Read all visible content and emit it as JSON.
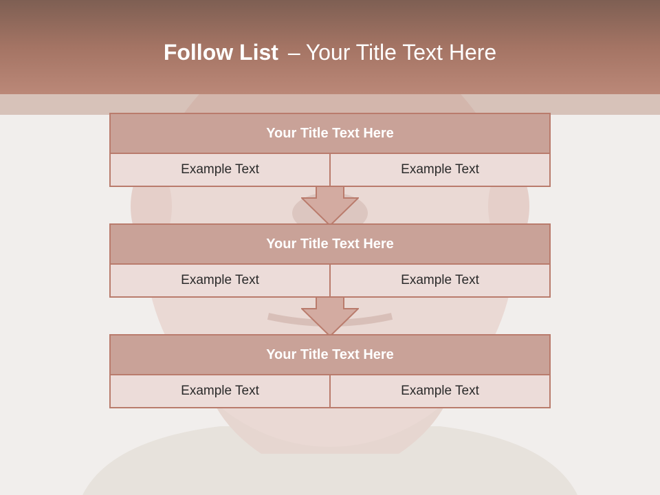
{
  "slide": {
    "title_bold": "Follow List",
    "title_separator": "–",
    "title_rest": "Your Title Text Here"
  },
  "blocks": [
    {
      "title": "Your Title Text Here",
      "left": "Example Text",
      "right": "Example Text"
    },
    {
      "title": "Your Title Text Here",
      "left": "Example Text",
      "right": "Example Text"
    },
    {
      "title": "Your Title Text Here",
      "left": "Example Text",
      "right": "Example Text"
    }
  ],
  "colors": {
    "header": "#a47464",
    "block_header": "#c9a298",
    "block_body": "#ecdcd9",
    "border": "#b97b6c",
    "arrow": "#d3aba1"
  }
}
